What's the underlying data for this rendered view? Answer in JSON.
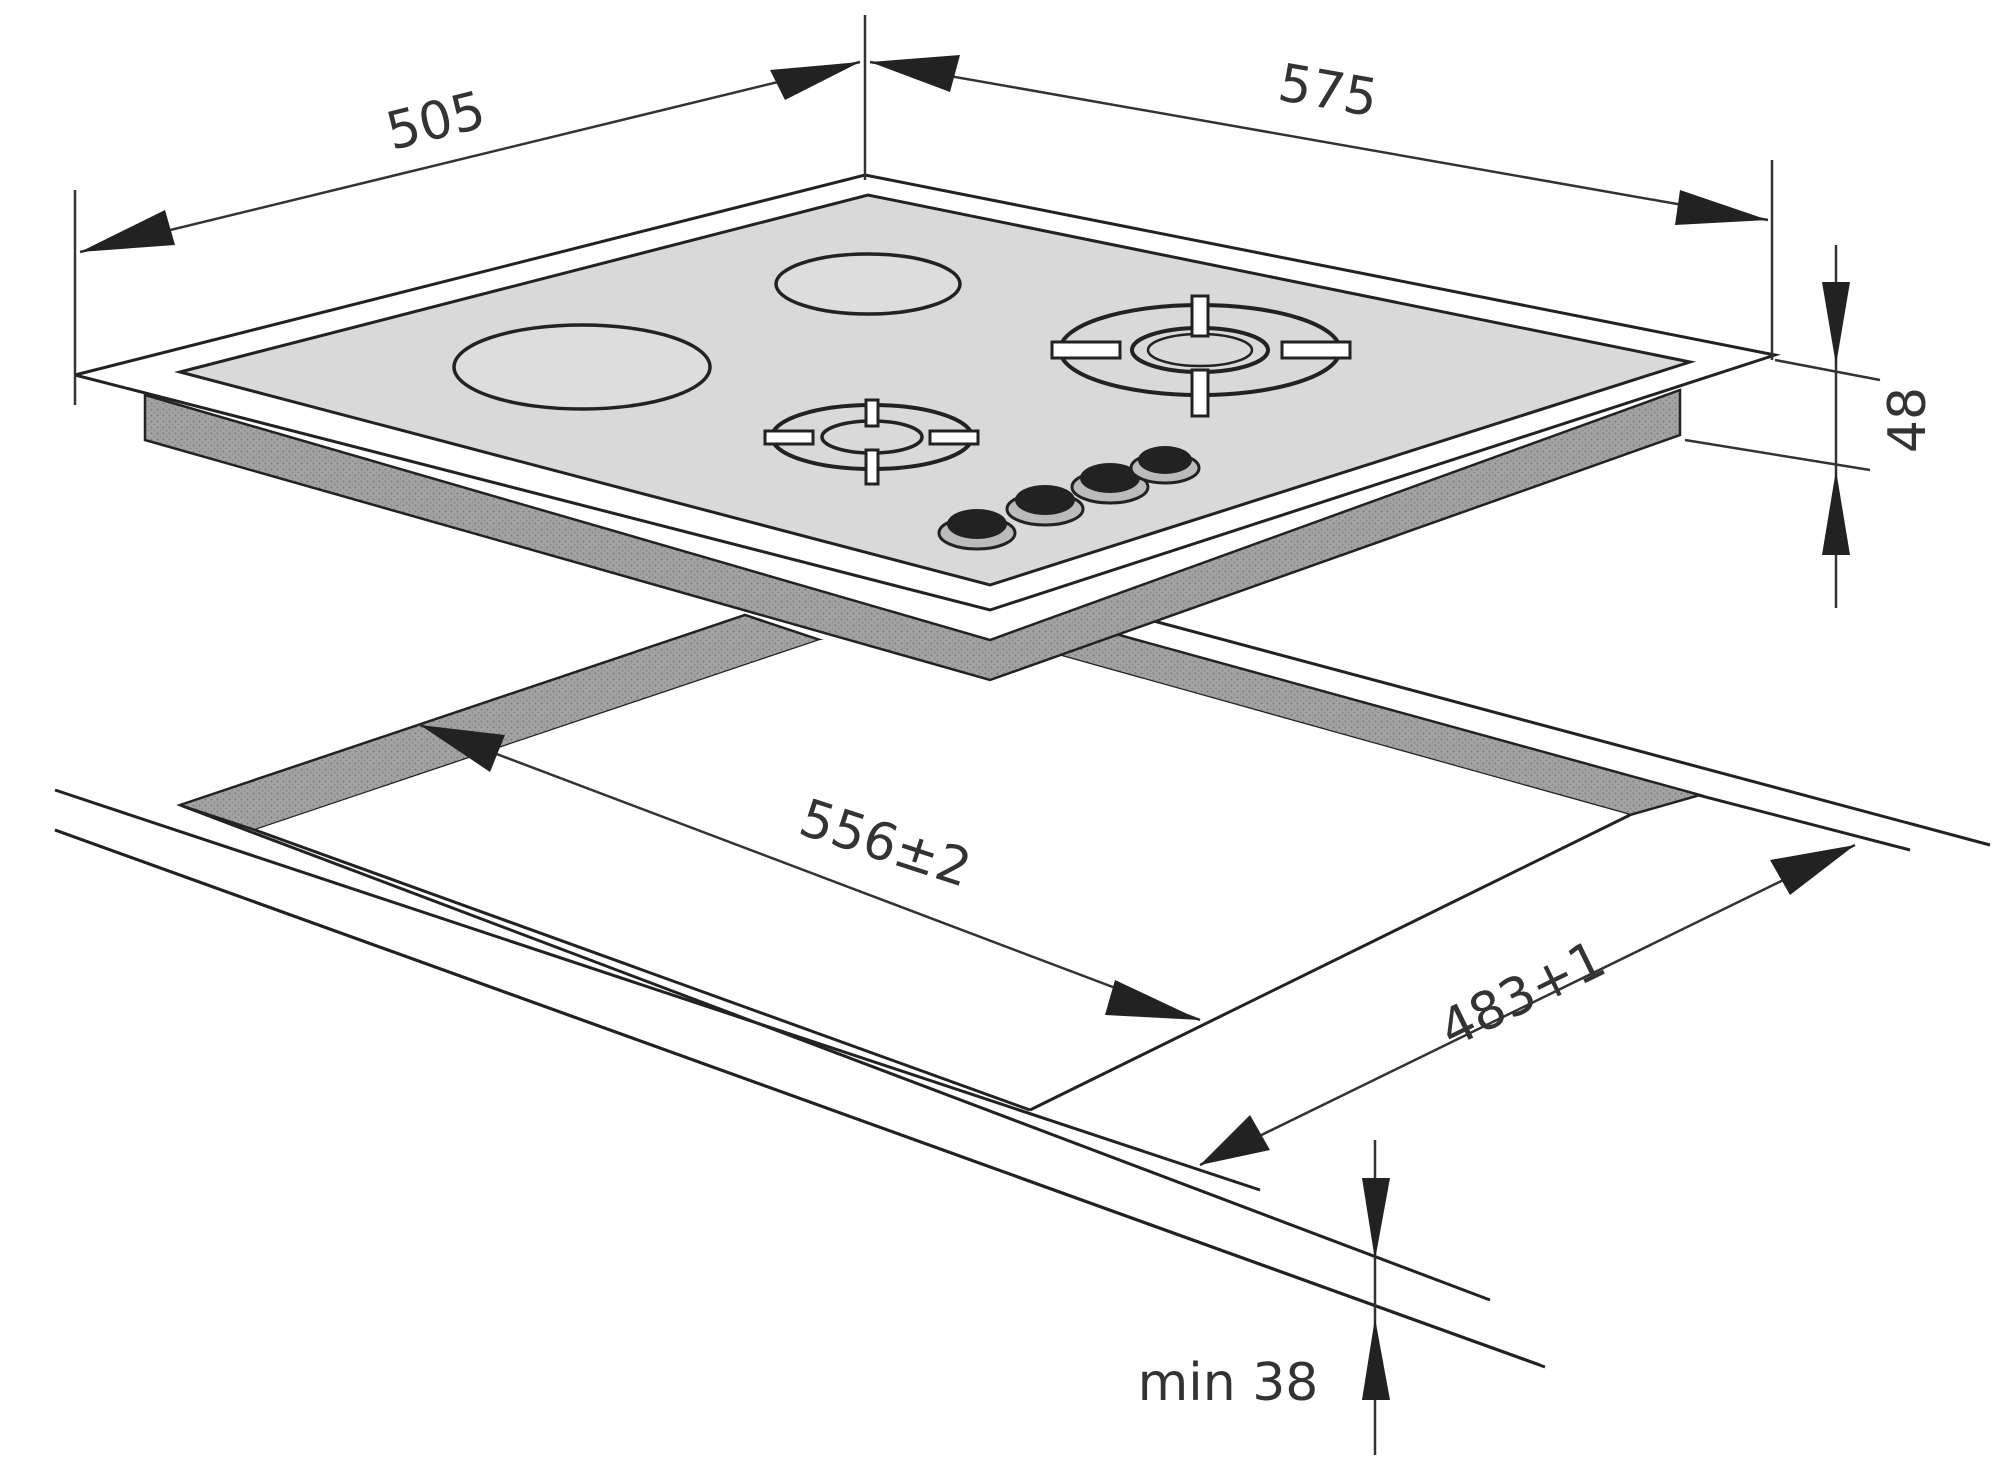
{
  "dimensions": {
    "width_top": "505",
    "depth_top": "575",
    "height": "48",
    "cutout_length": "556±2",
    "cutout_depth": "483+1",
    "worktop_min": "min 38"
  },
  "colors": {
    "ink": "#222222",
    "surface": "#d9d9d9",
    "side": "#9a9a9a",
    "paper": "#ffffff"
  }
}
